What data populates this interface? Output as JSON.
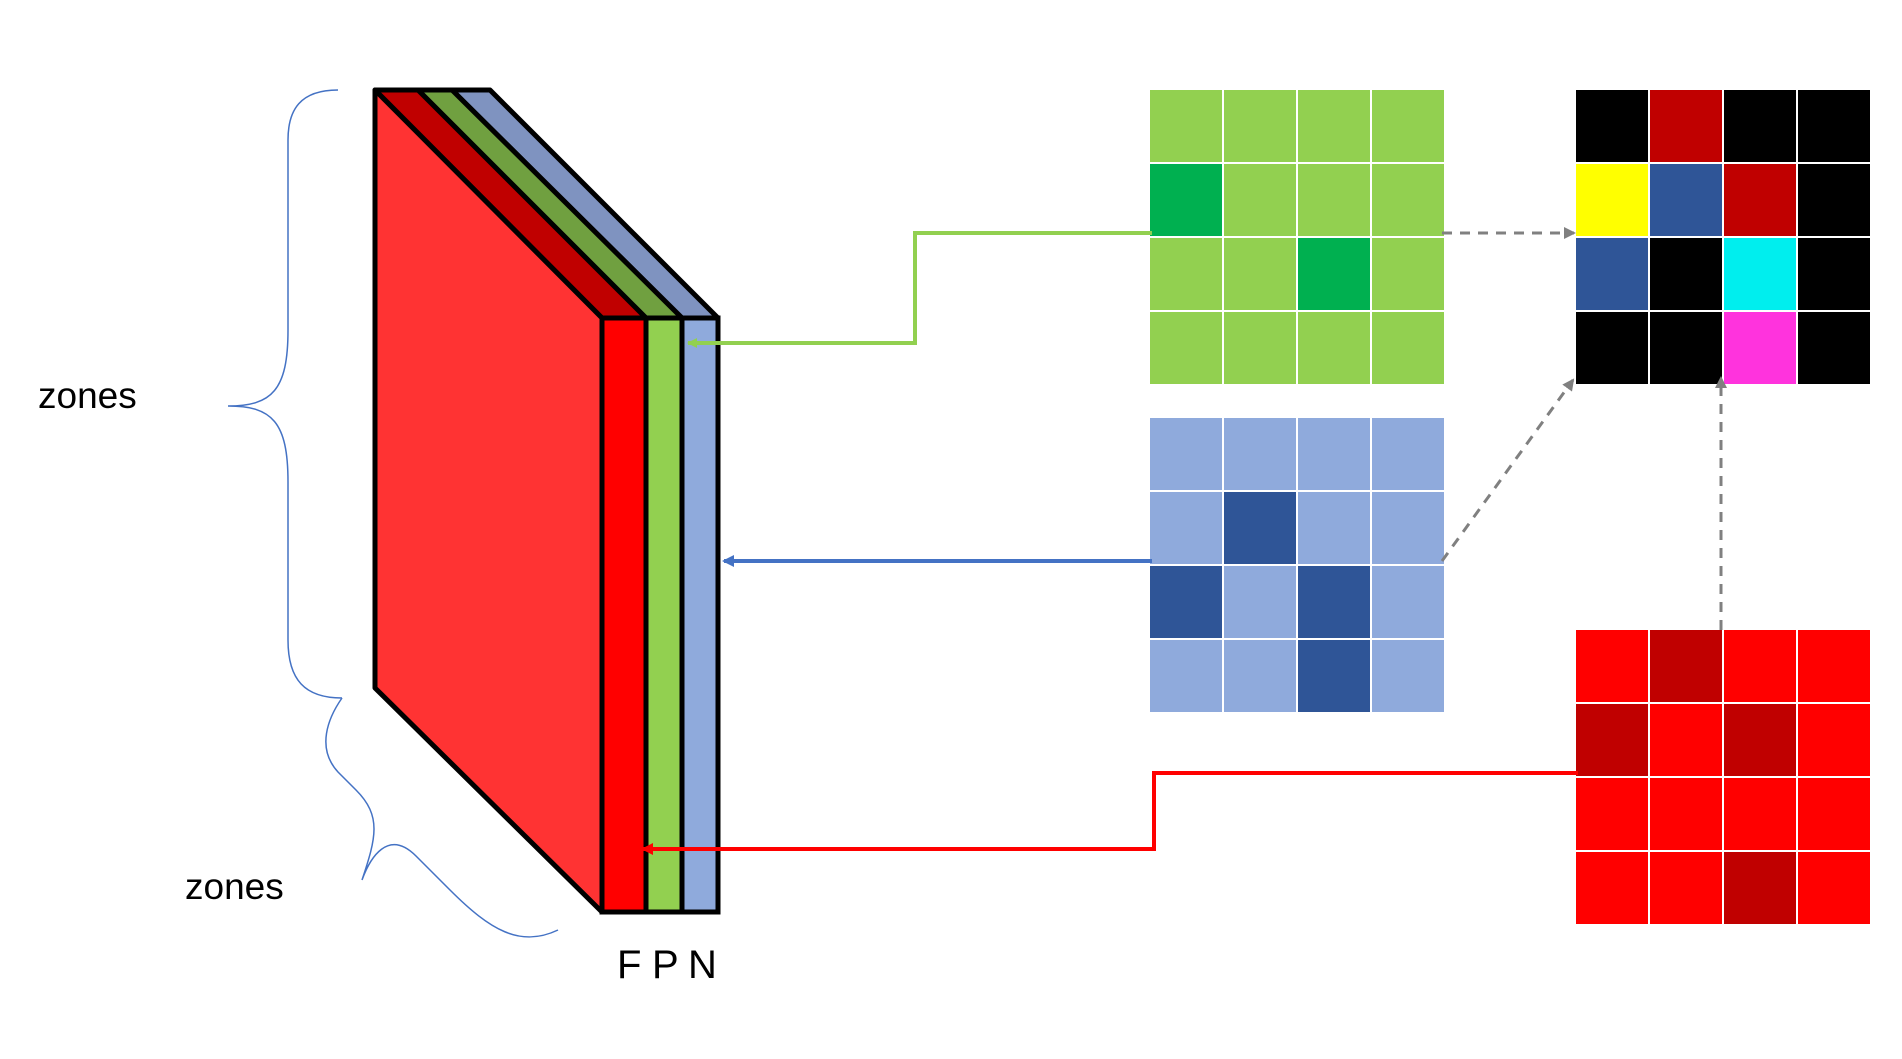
{
  "labels": {
    "zones_vertical": "zones",
    "zones_depth": "zones",
    "layer_f": "F",
    "layer_p": "P",
    "layer_n": "N"
  },
  "colors": {
    "f_layer": "#FF0000",
    "f_front": "#FF3333",
    "f_top": "#C00000",
    "p_layer": "#92D050",
    "p_top": "#70A040",
    "n_layer": "#8FAADC",
    "n_top": "#7F93C0",
    "brace": "#4472C4",
    "arrow_green": "#92D050",
    "arrow_blue": "#4472C4",
    "arrow_red": "#FF0000",
    "dashed": "#808080"
  },
  "grids": {
    "p": [
      [
        "#92D050",
        "#92D050",
        "#92D050",
        "#92D050"
      ],
      [
        "#00B050",
        "#92D050",
        "#92D050",
        "#92D050"
      ],
      [
        "#92D050",
        "#92D050",
        "#00B050",
        "#92D050"
      ],
      [
        "#92D050",
        "#92D050",
        "#92D050",
        "#92D050"
      ]
    ],
    "n": [
      [
        "#8FAADC",
        "#8FAADC",
        "#8FAADC",
        "#8FAADC"
      ],
      [
        "#8FAADC",
        "#2F5597",
        "#8FAADC",
        "#8FAADC"
      ],
      [
        "#2F5597",
        "#8FAADC",
        "#2F5597",
        "#8FAADC"
      ],
      [
        "#8FAADC",
        "#8FAADC",
        "#2F5597",
        "#8FAADC"
      ]
    ],
    "f": [
      [
        "#FF0000",
        "#C00000",
        "#FF0000",
        "#FF0000"
      ],
      [
        "#C00000",
        "#FF0000",
        "#C00000",
        "#FF0000"
      ],
      [
        "#FF0000",
        "#FF0000",
        "#FF0000",
        "#FF0000"
      ],
      [
        "#FF0000",
        "#FF0000",
        "#C00000",
        "#FF0000"
      ]
    ],
    "combined": [
      [
        "#000000",
        "#C00000",
        "#000000",
        "#000000"
      ],
      [
        "#FFFF00",
        "#2F5597",
        "#C00000",
        "#000000"
      ],
      [
        "#2F5597",
        "#000000",
        "#00EEEE",
        "#000000"
      ],
      [
        "#000000",
        "#000000",
        "#FF33DD",
        "#000000"
      ]
    ]
  }
}
